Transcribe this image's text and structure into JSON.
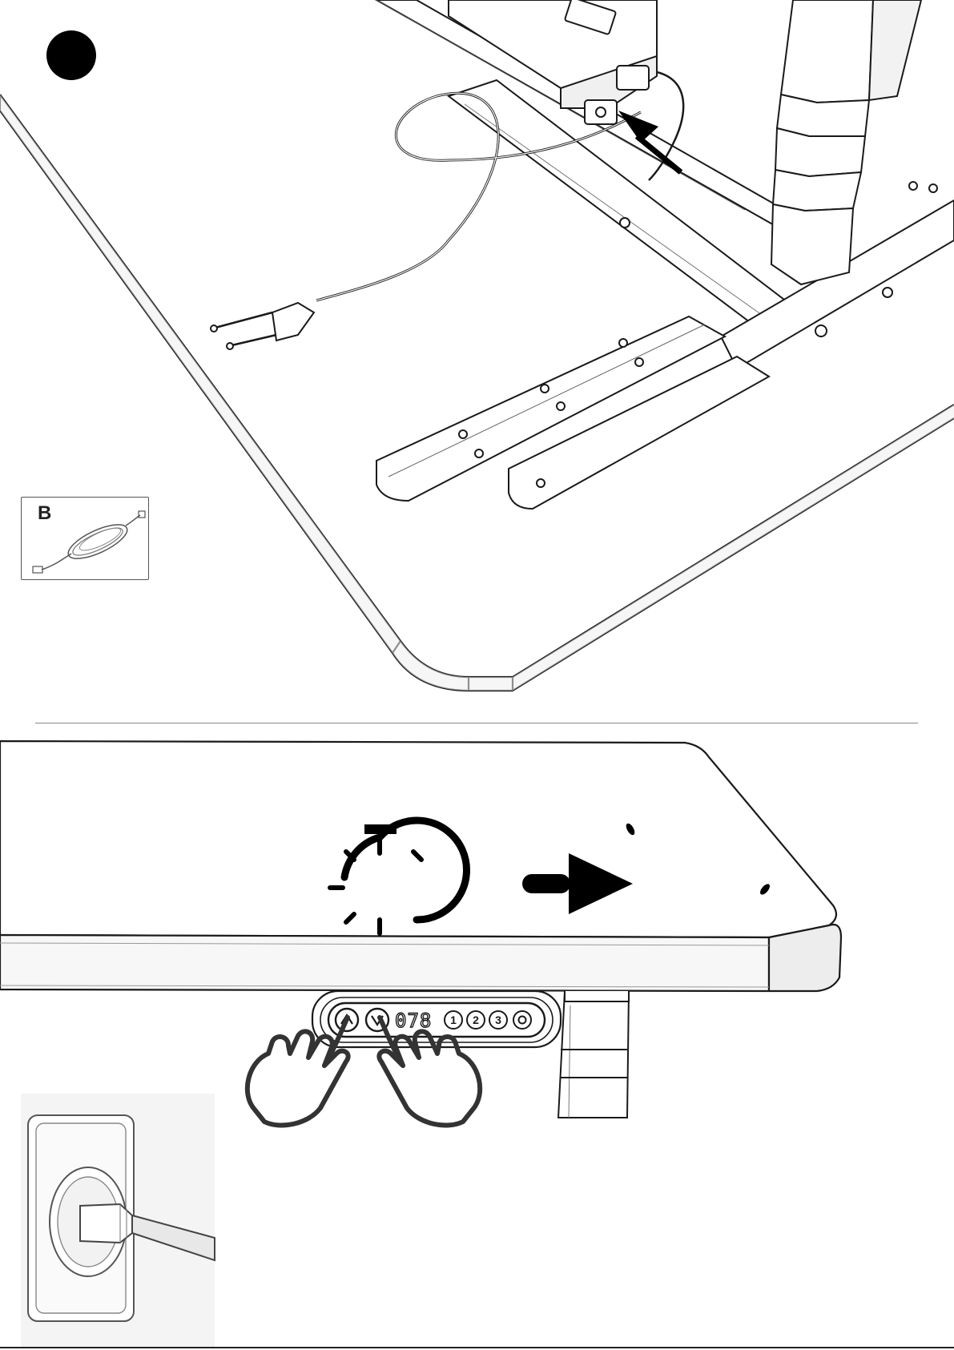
{
  "step": {
    "number": ""
  },
  "parts": [
    {
      "letter": "B",
      "depicts": "power-cable-coil"
    }
  ],
  "controller": {
    "display_value": "078",
    "presets": [
      "1",
      "2",
      "3"
    ],
    "icons": [
      "up-arrow-icon",
      "down-arrow-icon",
      "memory-icon"
    ]
  },
  "instructions": {
    "top_panel": "plug-power-cable-into-control-box",
    "bottom_panel": "press-up-and-down-together-then-wait"
  },
  "colors": {
    "line": "#1a1a1a",
    "surface": "#ffffff",
    "edge_shade": "#e6e6e6",
    "marker": "#000000"
  }
}
